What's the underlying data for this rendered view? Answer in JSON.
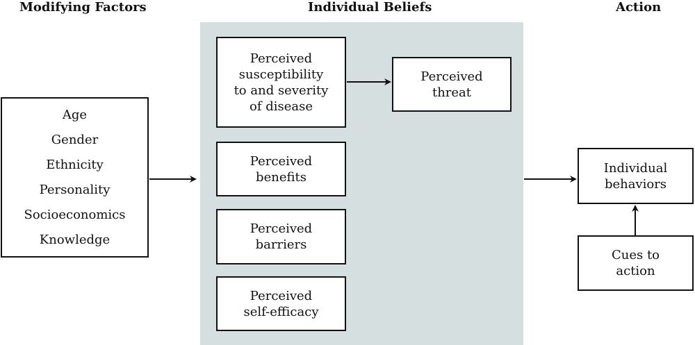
{
  "headings": {
    "modifying_factors": "Modifying Factors",
    "individual_beliefs": "Individual Beliefs",
    "action": "Action"
  },
  "modifying_factors": [
    "Age",
    "Gender",
    "Ethnicity",
    "Personality",
    "Socioeconomics",
    "Knowledge"
  ],
  "beliefs": {
    "susceptibility": "Perceived\nsusceptibility\nto and severity\nof disease",
    "threat": "Perceived\nthreat",
    "benefits": "Perceived\nbenefits",
    "barriers": "Perceived\nbarriers",
    "self_efficacy": "Perceived\nself-efficacy"
  },
  "action": {
    "behaviors": "Individual\nbehaviors",
    "cues": "Cues to\naction"
  },
  "colors": {
    "panel": "#d6dfdf",
    "stroke": "#111111"
  }
}
